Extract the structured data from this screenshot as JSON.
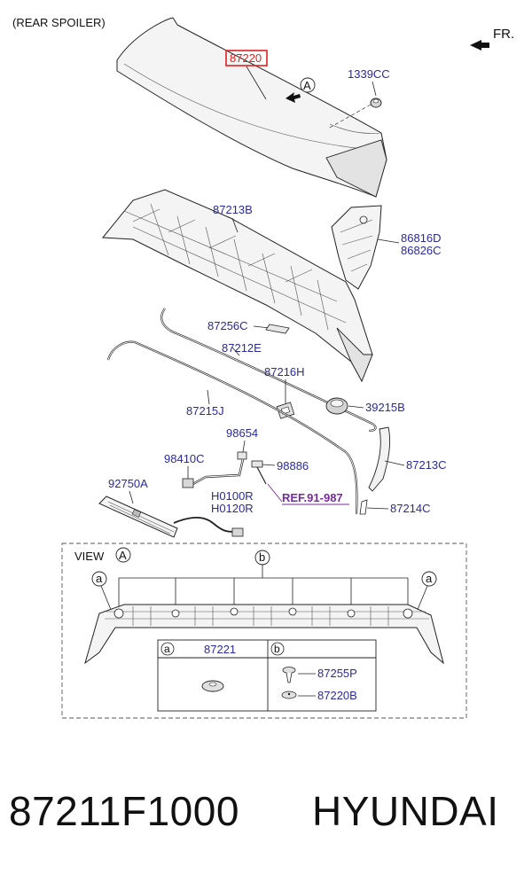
{
  "header": {
    "title": "(REAR SPOILER)",
    "direction": "FR."
  },
  "callouts": {
    "spoiler": "87220",
    "view_marker": "A",
    "bolt": "1339CC",
    "inner_panel": "87213B",
    "bracket_1": "86816D",
    "bracket_2": "86826C",
    "pad": "87256C",
    "seal_upper": "87212E",
    "grommet": "87216H",
    "plug": "39215B",
    "seal_lower": "87215J",
    "hose_joint": "98654",
    "clip": "98410C",
    "nozzle": "98886",
    "stop_lamp": "92750A",
    "hose_1": "H0100R",
    "hose_2": "H0120R",
    "ref": "REF.91-987",
    "side_garnish": "87213C",
    "clip_side": "87214C"
  },
  "view": {
    "label": "VIEW",
    "marker": "A",
    "tag_a": "a",
    "tag_b": "b",
    "table": {
      "col_a_key": "a",
      "col_a_part": "87221",
      "col_b_key": "b",
      "col_b_part_1": "87255P",
      "col_b_part_2": "87220B"
    }
  },
  "footer": {
    "part_number": "87211F1000",
    "brand": "HYUNDAI"
  },
  "colors": {
    "label_blue": "#2a2aa0",
    "highlight_red": "#e02020",
    "ref_purple": "#7a2aa0"
  }
}
